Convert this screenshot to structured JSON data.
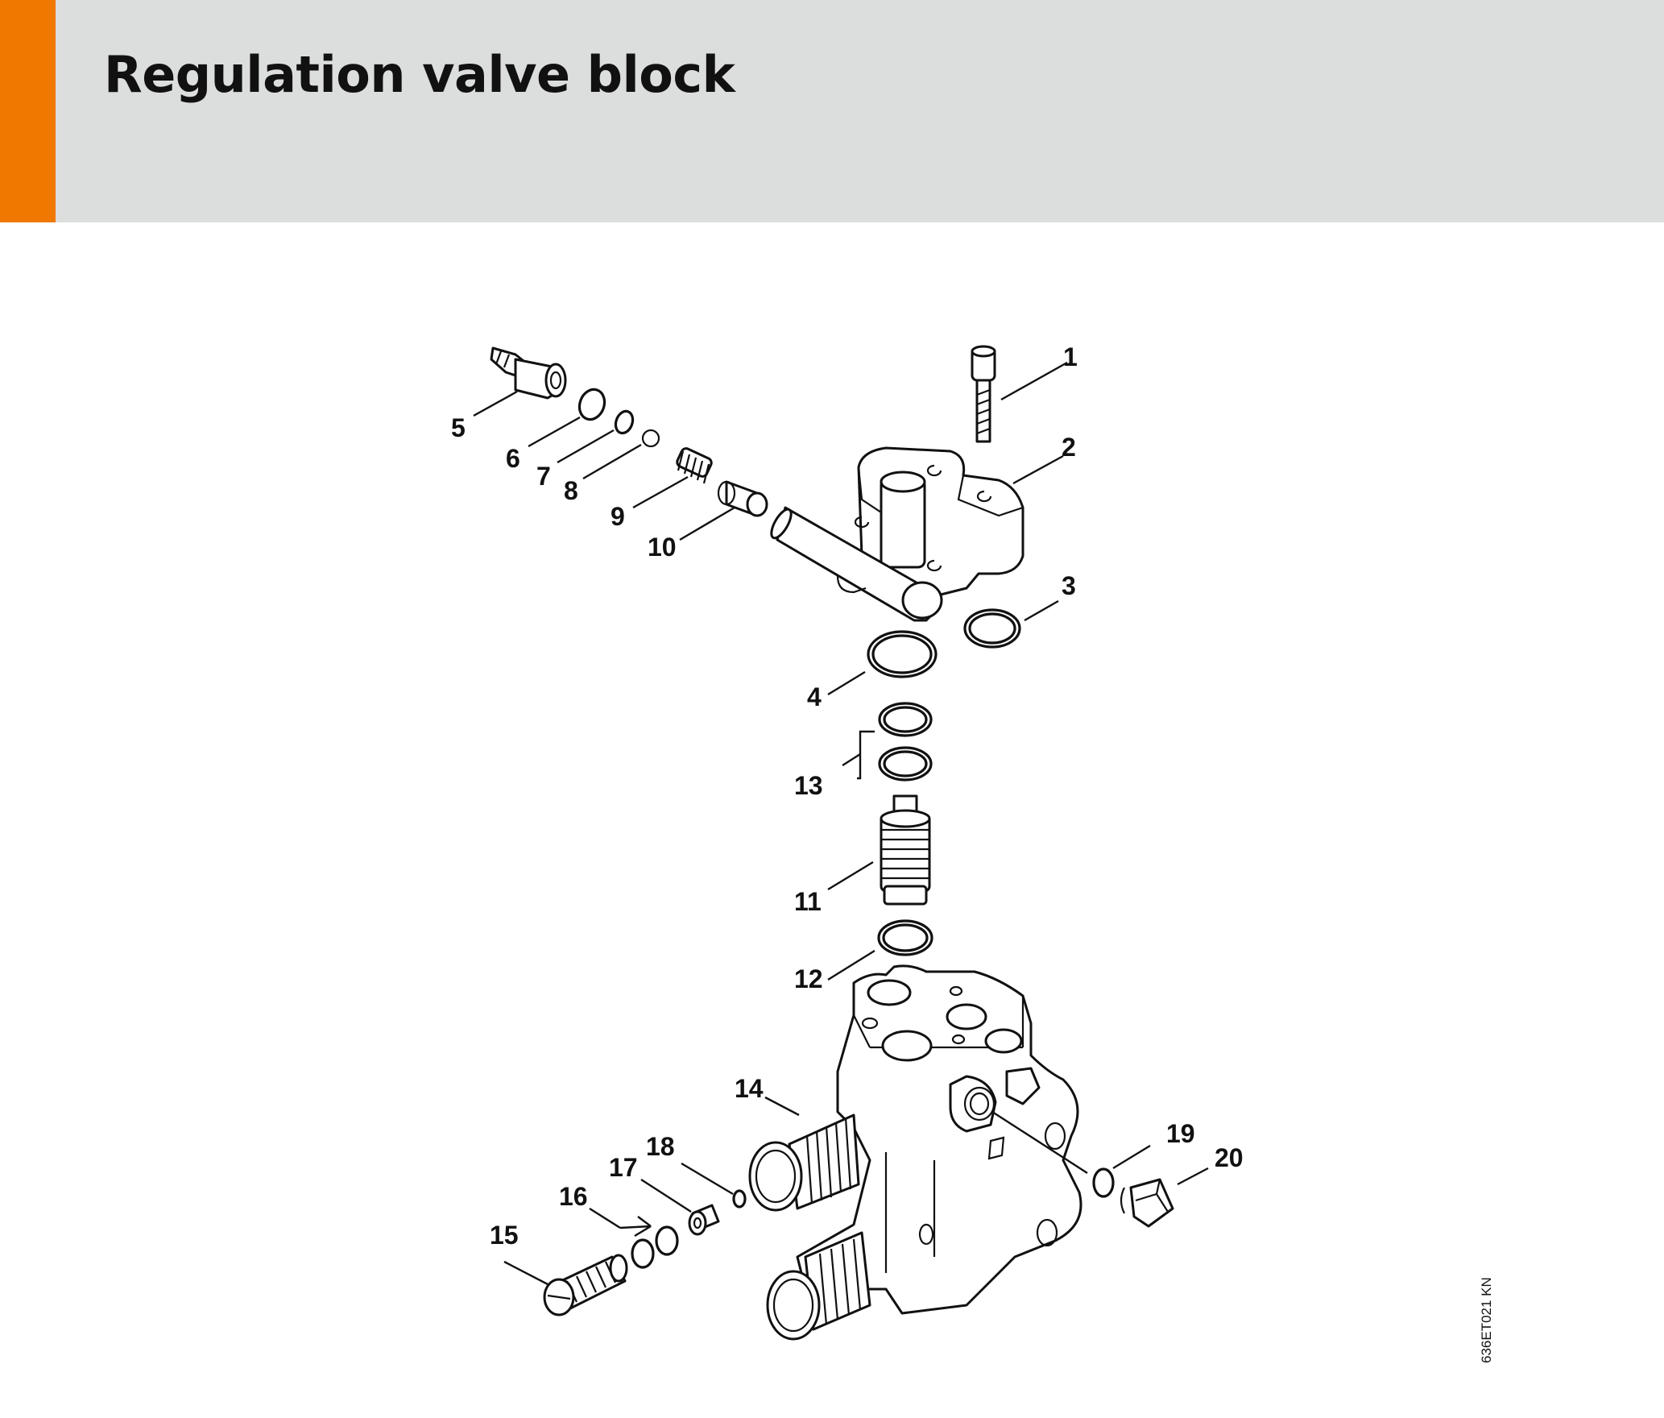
{
  "title": "Regulation valve block",
  "drawing_code": "636ET021 KN",
  "colors": {
    "header_bg": "#dcdddd",
    "accent": "#f07800",
    "ink": "#111111"
  },
  "callouts": [
    "1",
    "2",
    "3",
    "4",
    "5",
    "6",
    "7",
    "8",
    "9",
    "10",
    "11",
    "12",
    "13",
    "14",
    "15",
    "16",
    "17",
    "18",
    "19",
    "20"
  ]
}
